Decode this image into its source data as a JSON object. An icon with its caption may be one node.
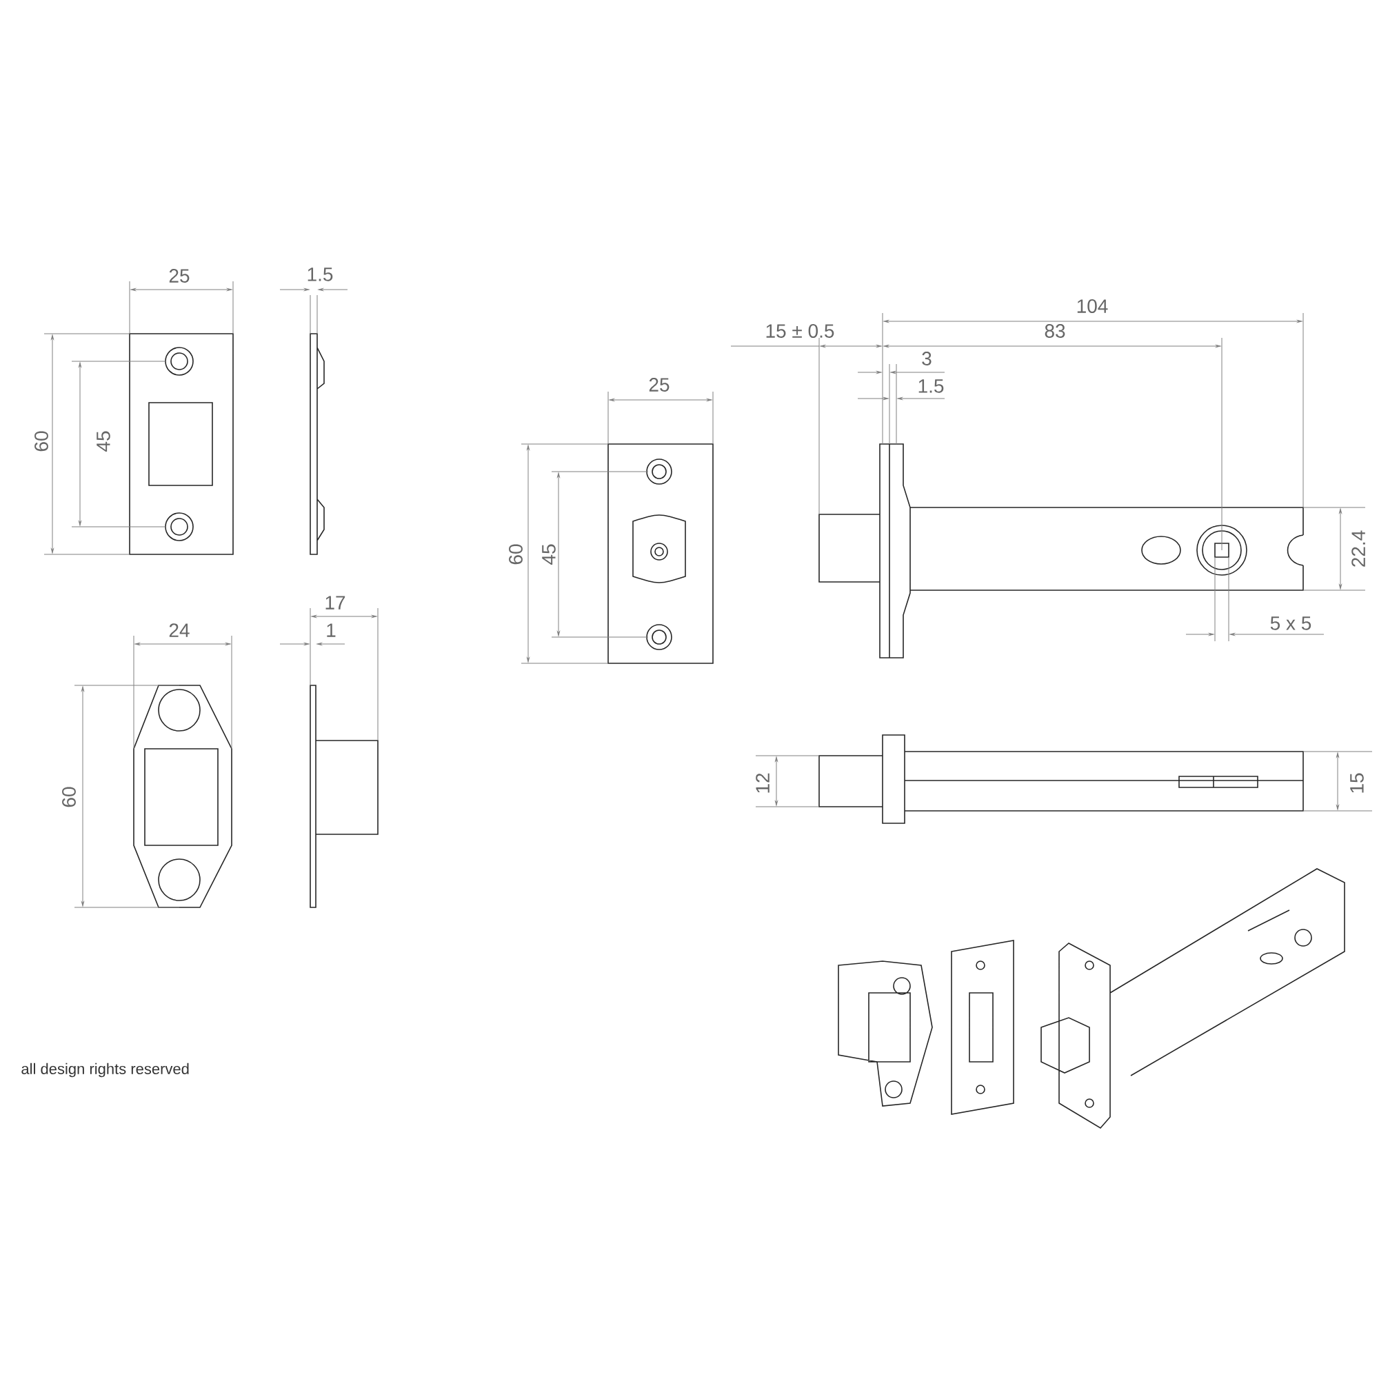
{
  "diagram": {
    "labels": [
      "104",
      "25",
      "1.5",
      "15 ± 0.5",
      "83",
      "3",
      "25",
      "1.5",
      "60",
      "45",
      "60",
      "45",
      "22.4",
      "5 x 5",
      "24",
      "17",
      "1",
      "12",
      "15",
      "60",
      "all design rights reserved"
    ]
  }
}
